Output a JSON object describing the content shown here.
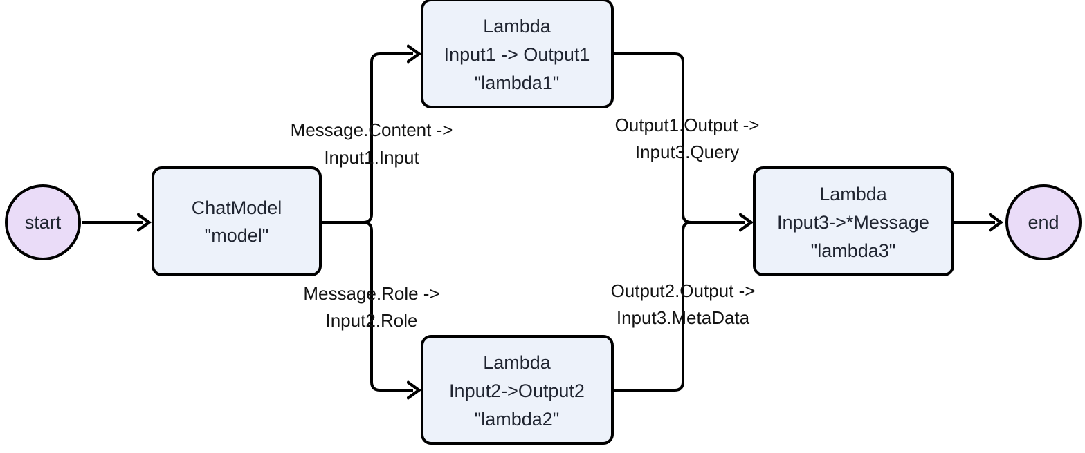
{
  "diagram": {
    "type": "flowchart",
    "direction": "left-to-right",
    "title": "",
    "colors": {
      "terminal_fill": "#eadcf8",
      "node_fill": "#edf2fa",
      "stroke": "#000000",
      "text": "#1f2430",
      "background": "#ffffff"
    }
  },
  "nodes": {
    "start": {
      "label": "start",
      "shape": "circle"
    },
    "model": {
      "line1": "ChatModel",
      "line2": "\"model\"",
      "shape": "rounded-rect"
    },
    "lambda1": {
      "line1": "Lambda",
      "line2": "Input1 -> Output1",
      "line3": "\"lambda1\"",
      "shape": "rounded-rect"
    },
    "lambda2": {
      "line1": "Lambda",
      "line2": "Input2->Output2",
      "line3": "\"lambda2\"",
      "shape": "rounded-rect"
    },
    "lambda3": {
      "line1": "Lambda",
      "line2": "Input3->*Message",
      "line3": "\"lambda3\"",
      "shape": "rounded-rect"
    },
    "end": {
      "label": "end",
      "shape": "circle"
    }
  },
  "edges": {
    "start_to_model": {
      "label": ""
    },
    "model_to_lambda1": {
      "line1": "Message.Content ->",
      "line2": "Input1.Input"
    },
    "model_to_lambda2": {
      "line1": "Message.Role ->",
      "line2": "Input2.Role"
    },
    "lambda1_to_lambda3": {
      "line1": "Output1.Output ->",
      "line2": "Input3.Query"
    },
    "lambda2_to_lambda3": {
      "line1": "Output2.Output ->",
      "line2": "Input3.MetaData"
    },
    "lambda3_to_end": {
      "label": ""
    }
  }
}
